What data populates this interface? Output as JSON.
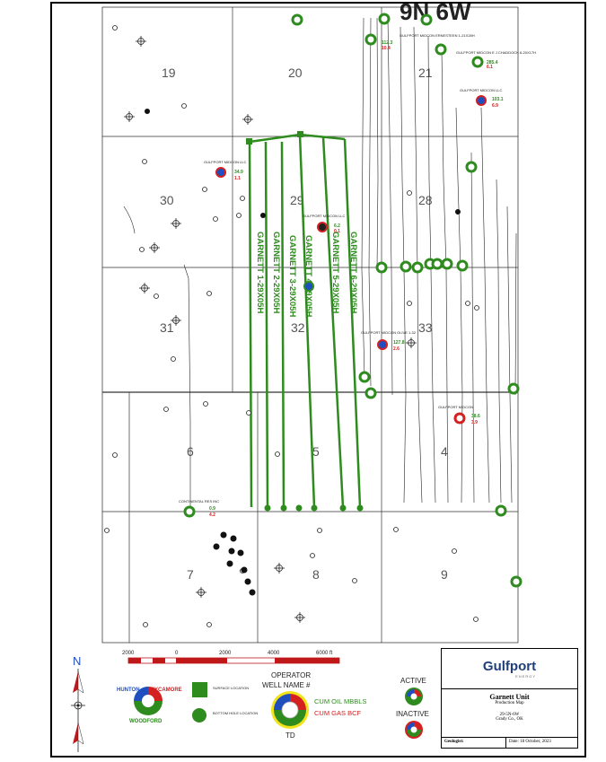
{
  "map": {
    "sections": [
      "19",
      "20",
      "21",
      "30",
      "29",
      "28",
      "31",
      "32",
      "33",
      "6",
      "5",
      "4",
      "7",
      "8",
      "9"
    ],
    "township_header": "9N 6W",
    "laterals": [
      "GARNETT 1-29X05H",
      "GARNETT 2-29X05H",
      "GARNETT 3-29X05H",
      "GARNETT 4-29X05H",
      "GARNETT 5-29X05H",
      "GARNETT 6-29X05H"
    ],
    "well_labels": [
      {
        "name": "GULFPORT MIDCON ERNESTEEN 1-21X28H",
        "oil": "112.3",
        "gas": "10.4"
      },
      {
        "name": "GULFPORT MIDCON E J CHADDOCK 6-20X17H",
        "oil": "285.4",
        "gas": "6.1"
      },
      {
        "name": "GULFPORT MIDCON LLC",
        "oil": "103.1",
        "gas": "6.9"
      },
      {
        "name": "GULFPORT MIDCON LLC",
        "oil": "34.9",
        "gas": "1.1"
      },
      {
        "name": "GULFPORT MIDCON LLC",
        "oil": "6.2",
        "gas": "0.1"
      },
      {
        "name": "GULFPORT MIDCON OLIVE 1-32",
        "oil": "127.8",
        "gas": "2.6"
      },
      {
        "name": "GULFPORT MIDCON",
        "oil": "38.6",
        "gas": "3.9"
      },
      {
        "name": "CONTINENTAL RES INC",
        "oil": "0.9",
        "gas": "4.2"
      }
    ],
    "scale_labels": [
      "2000",
      "0",
      "2000",
      "4000",
      "6000 ft"
    ]
  },
  "legend": {
    "north": "N",
    "hunton": "HUNTON",
    "sycamore": "SYCAMORE",
    "woodford": "WOODFORD",
    "surface_location": "SURFACE LOCATION",
    "bottom_hole_location": "BOTTOM HOLE LOCATION",
    "operator": "OPERATOR",
    "well_name": "WELL NAME #",
    "cum_oil": "CUM OIL MBBLS",
    "cum_gas": "CUM GAS BCF",
    "td": "TD",
    "active": "ACTIVE",
    "inactive": "INACTIVE"
  },
  "titleblock": {
    "brand": "Gulfport",
    "brand_sub": "ENERGY",
    "title": "Garnett Unit",
    "subtitle": "Production Map",
    "township": "29-5N-6W",
    "county": "Grady Co., OK",
    "geologist_label": "Geologist:",
    "date_label": "Date: 18 October, 2023"
  },
  "colors": {
    "lateral": "#2e8b1e",
    "oil": "#2e8b1e",
    "gas": "#d42020",
    "legend_blue": "#1f4fbf"
  }
}
